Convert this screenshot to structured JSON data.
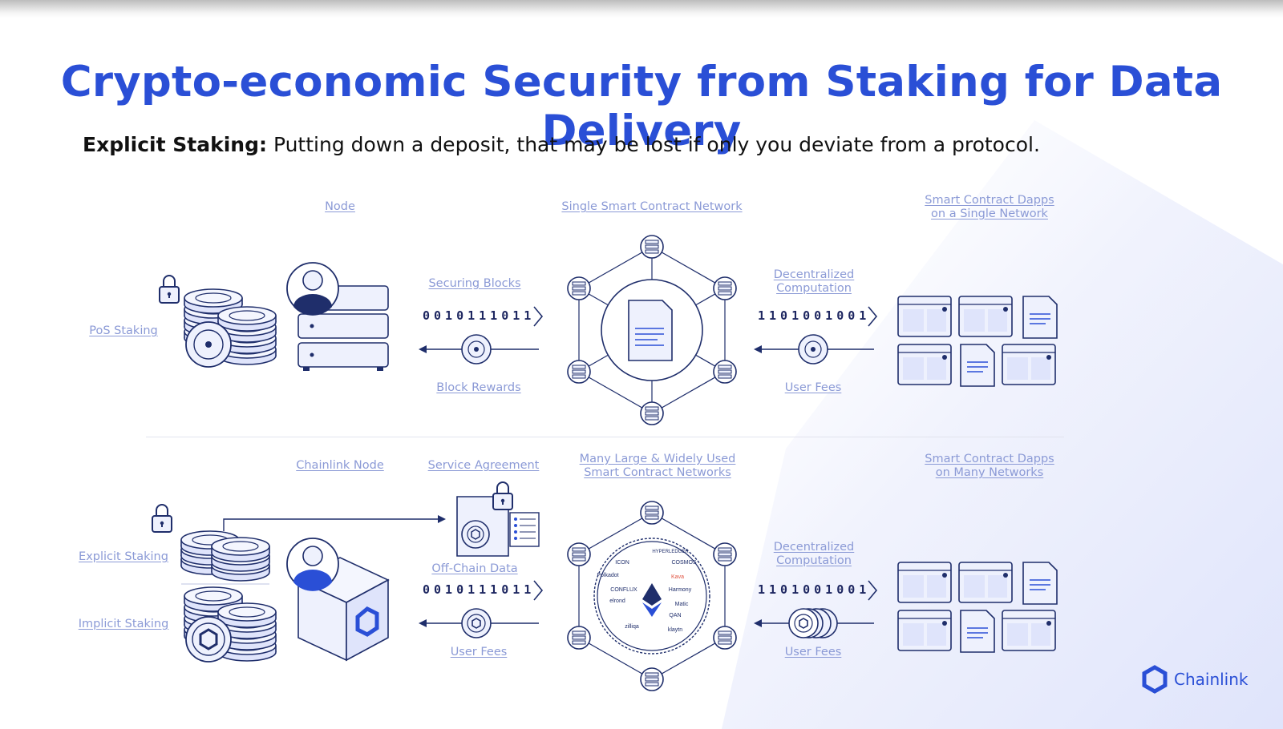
{
  "title": "Crypto-economic Security from Staking for Data Delivery",
  "subtitle": {
    "bold": "Explicit Staking:",
    "text": "Putting down a deposit, that may be lost if only you deviate from a protocol."
  },
  "top_row": {
    "node": "Node",
    "network": "Single Smart Contract Network",
    "dapps": [
      "Smart Contract Dapps",
      "on a Single Network"
    ],
    "pos_staking": "PoS Staking",
    "securing_blocks": "Securing Blocks",
    "block_rewards": "Block Rewards",
    "bits_left": "0010111011",
    "bits_right": "1101001001",
    "decentralized_computation": [
      "Decentralized",
      "Computation"
    ],
    "user_fees": "User Fees"
  },
  "bottom_row": {
    "chainlink_node": "Chainlink Node",
    "service_agreement": "Service Agreement",
    "networks": [
      "Many Large & Widely Used",
      "Smart Contract Networks"
    ],
    "dapps": [
      "Smart Contract Dapps",
      "on Many Networks"
    ],
    "explicit_staking": "Explicit Staking",
    "implicit_staking": "Implicit Staking",
    "off_chain_data": "Off-Chain Data",
    "bits_left": "0010111011",
    "bits_right": "1101001001",
    "user_fees_left": "User Fees",
    "decentralized_computation": [
      "Decentralized",
      "Computation"
    ],
    "user_fees_right": "User Fees",
    "logos": [
      "HYPERLEDGER",
      "ICON",
      "COSMOS",
      "Polkadot",
      "Kava",
      "CONFLUX",
      "Harmony",
      "elrond",
      "Matic",
      "QAN",
      "zilliqa",
      "klaytn"
    ]
  },
  "brand": "Chainlink",
  "colors": {
    "accent": "#2a4fd6",
    "label": "#8b9ad6",
    "stroke": "#1f2e6b",
    "pale": "#e6eafb"
  }
}
